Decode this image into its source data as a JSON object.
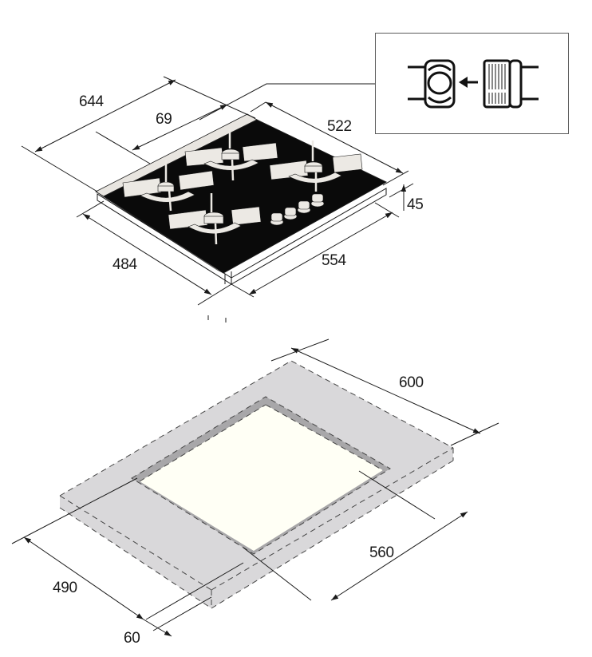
{
  "title": "Gas hob dimensions and cut-out drawing",
  "hob": {
    "dimensions": {
      "total_depth": "644",
      "rear_offset": "69",
      "glass_depth": "522",
      "height": "45",
      "body_depth": "484",
      "body_width": "554"
    },
    "burners": 4,
    "knobs": 4,
    "colors": {
      "glass": "#0a0a0a",
      "trim": "#e8e5e0",
      "pan_support": "#ece9e4",
      "line": "#1a1a1a"
    }
  },
  "inset": {
    "description": "Nozzle / fitting conversion detail",
    "icons": [
      "hex-nut-icon",
      "arrow-left-icon",
      "threaded-fitting-icon"
    ]
  },
  "cutout": {
    "dimensions": {
      "worktop_depth": "600",
      "cutout_width": "560",
      "cutout_depth": "490",
      "front_margin": "60"
    },
    "colors": {
      "worktop": "#d9d8da",
      "cutout_inner": "#fffff8",
      "cutout_edge": "#a8a7a9"
    }
  }
}
